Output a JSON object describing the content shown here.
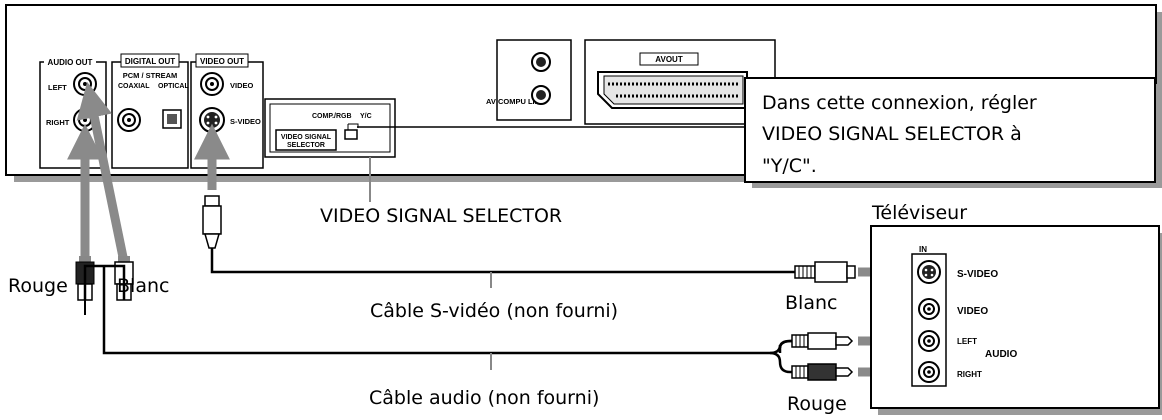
{
  "panel": {
    "audio_out": "AUDIO OUT",
    "left": "LEFT",
    "right": "RIGHT",
    "digital_out": "DIGITAL OUT",
    "pcm_stream": "PCM / STREAM",
    "coaxial": "COAXIAL",
    "optical": "OPTICAL",
    "video_out": "VIDEO OUT",
    "video": "VIDEO",
    "s_video": "S-VIDEO",
    "av_compu_link": "AV COMPU LINK",
    "avout": "AVOUT",
    "comp_rgb": "COMP./RGB",
    "yc": "Y/C",
    "vss_line1": "VIDEO SIGNAL",
    "vss_line2": "SELECTOR"
  },
  "callout": {
    "line1": "Dans cette connexion, régler",
    "line2": "VIDEO SIGNAL SELECTOR à",
    "line3": "\"Y/C\"."
  },
  "labels": {
    "selector": "VIDEO SIGNAL SELECTOR",
    "tv_title": "Téléviseur",
    "rouge_left": "Rouge",
    "blanc_left": "Blanc",
    "svideo_cable": "Câble S-vidéo (non fourni)",
    "audio_cable": "Câble audio (non fourni)",
    "blanc_right": "Blanc",
    "rouge_right": "Rouge"
  },
  "tv": {
    "in": "IN",
    "s_video": "S-VIDEO",
    "video": "VIDEO",
    "left": "LEFT",
    "audio": "AUDIO",
    "right": "RIGHT"
  }
}
